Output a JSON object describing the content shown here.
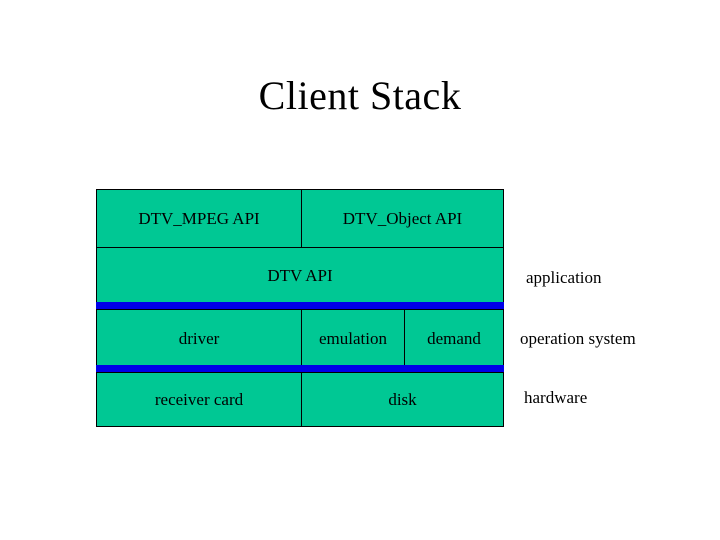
{
  "slide": {
    "title": "Client Stack",
    "background_color": "#ffffff",
    "block_fill_color": "#00c894",
    "separator_color": "#0000e8",
    "border_color": "#000000"
  },
  "diagram": {
    "rows": [
      {
        "id": "api-split",
        "cells": [
          {
            "label": "DTV_MPEG API"
          },
          {
            "label": "DTV_Object API"
          }
        ]
      },
      {
        "id": "dtv-api",
        "cells": [
          {
            "label": "DTV API"
          }
        ]
      },
      {
        "id": "os",
        "cells": [
          {
            "label": "driver"
          },
          {
            "label": "emulation"
          },
          {
            "label": "demand"
          }
        ]
      },
      {
        "id": "hardware",
        "cells": [
          {
            "label": "receiver card"
          },
          {
            "label": "disk"
          }
        ]
      }
    ],
    "layer_labels": [
      {
        "id": "application",
        "label": "application"
      },
      {
        "id": "operation-system",
        "label": "operation system"
      },
      {
        "id": "hardware",
        "label": "hardware"
      }
    ]
  }
}
